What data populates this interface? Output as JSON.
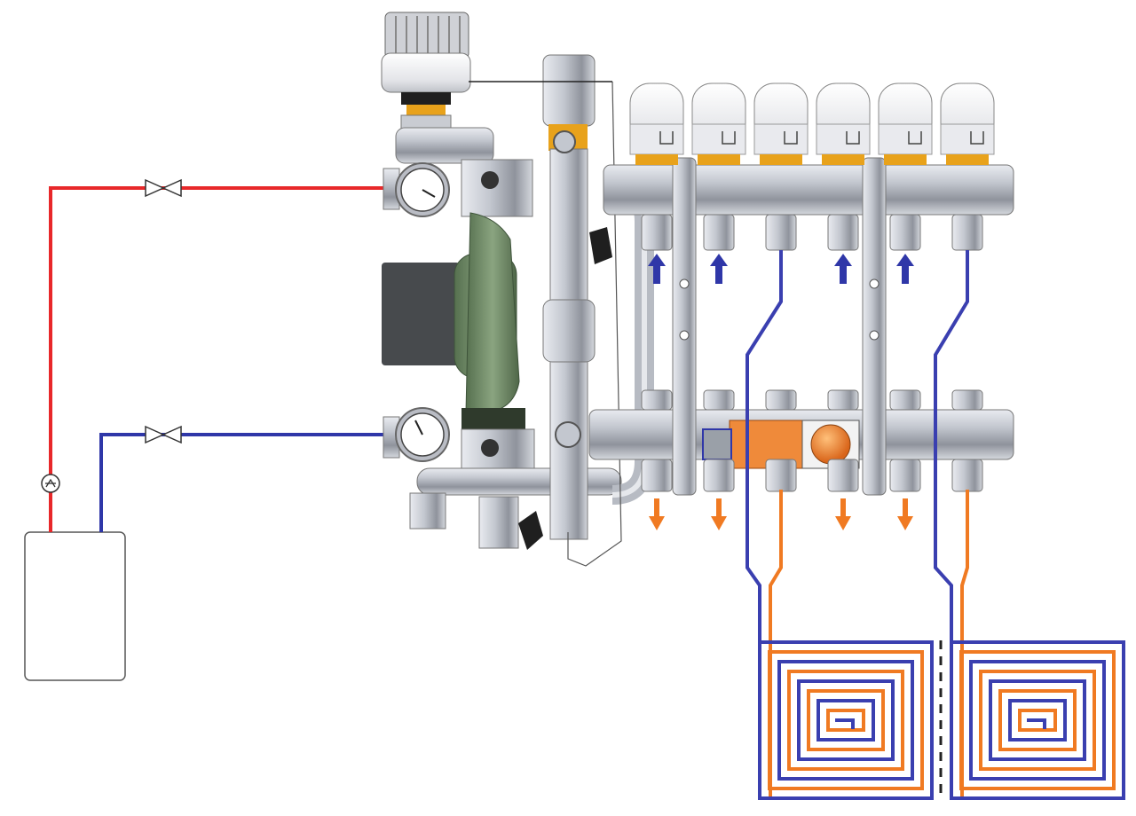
{
  "diagram": {
    "components": {
      "boiler": "boiler",
      "supply_pipe": "supply-pipe",
      "return_pipe": "return-pipe",
      "pump": "circulation-pump",
      "mixing_valve": "thermostatic-mixing-valve",
      "supply_manifold": "supply-manifold",
      "return_manifold": "return-manifold",
      "actuators": "thermoelectric-actuators",
      "flow_meter": "flow-meter",
      "heating_loops": "underfloor-heating-loops"
    },
    "actuator_count": 6,
    "heating_loop_count": 2
  },
  "colors": {
    "supply": "#e8282a",
    "return": "#2f37a8",
    "loop_warm": "#f07a22",
    "loop_cool": "#3a3fb0",
    "metal": "#b9bcc4",
    "pump_body": "#6f8a66",
    "flow_meter": "#ef8a3a",
    "actuator": "#f2f2f2"
  }
}
